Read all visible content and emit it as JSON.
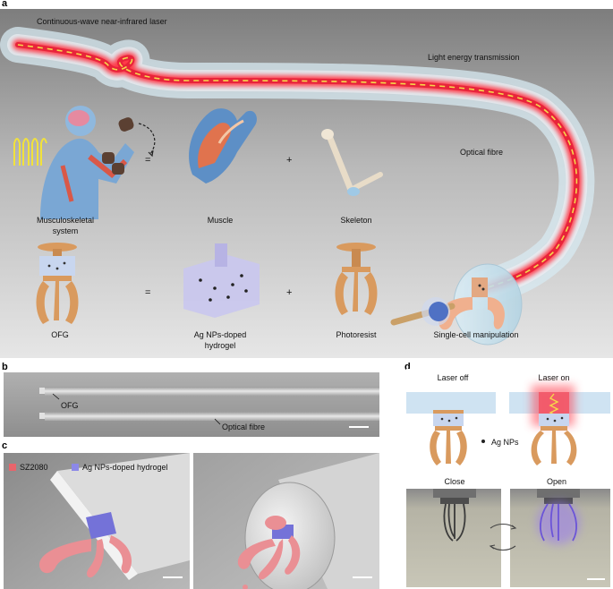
{
  "panels": {
    "a": {
      "letter": "a",
      "laser_label": "Continuous-wave near-infrared laser",
      "transmission_label": "Light energy transmission",
      "fibre_label": "Optical fibre",
      "musculo_label_line1": "Musculoskeletal",
      "musculo_label_line2": "system",
      "muscle_label": "Muscle",
      "skeleton_label": "Skeleton",
      "ofg_label": "OFG",
      "hydrogel_label_line1": "Ag NPs-doped",
      "hydrogel_label_line2": "hydrogel",
      "photoresist_label": "Photoresist",
      "manipulation_label": "Single-cell manipulation",
      "equals": "=",
      "plus": "+"
    },
    "b": {
      "letter": "b",
      "ofg_label": "OFG",
      "fibre_label": "Optical fibre"
    },
    "c": {
      "letter": "c",
      "legend_sz": "SZ2080",
      "legend_hydrogel": "Ag NPs-doped hydrogel",
      "legend_sz_color": "#e8656b",
      "legend_hydrogel_color": "#8c88e8"
    },
    "d": {
      "letter": "d",
      "laser_off": "Laser off",
      "laser_on": "Laser on",
      "ag_nps": "Ag NPs",
      "close": "Close",
      "open": "Open"
    }
  },
  "colors": {
    "laser_red": "#e8243a",
    "dash_yellow": "#f5d94a",
    "fibre_blue": "#cfe6f1",
    "gripper_orange": "#d99a5e"
  }
}
